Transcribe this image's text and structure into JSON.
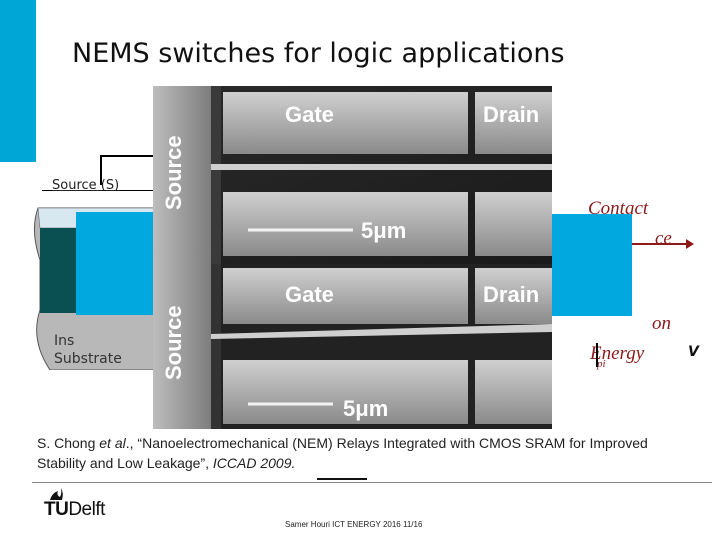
{
  "slide": {
    "title": "NEMS switches for logic applications",
    "accent_color": "#00a6d6"
  },
  "diagram": {
    "source_label": "Source (S)",
    "substrate_label_line1": "Ins",
    "substrate_label_line2": "Substrate",
    "contact_line1": "Contact",
    "contact_line2": "ce",
    "energy_line1": "on",
    "energy_line2": "Energy",
    "energy_sub": "pi",
    "v_label": "V"
  },
  "sem_top": {
    "source": "Source",
    "gate": "Gate",
    "drain": "Drain",
    "scale": "5μm"
  },
  "sem_bottom": {
    "source": "Source",
    "gate": "Gate",
    "drain": "Drain",
    "scale": "5μm"
  },
  "citation": {
    "author_prefix": "S. Chong ",
    "et_al": "et al",
    "after_et_al": "., “",
    "paper_title": "Nanoelectromechanical (NEM) Relays Integrated with CMOS SRAM for Improved Stability and Low Leakage",
    "after_title": "”, ",
    "venue": "ICCAD 2009."
  },
  "footer": {
    "logo_tu": "TU",
    "logo_delft": "Delft",
    "text": "Samer Houri ICT ENERGY 2016 11/16"
  }
}
